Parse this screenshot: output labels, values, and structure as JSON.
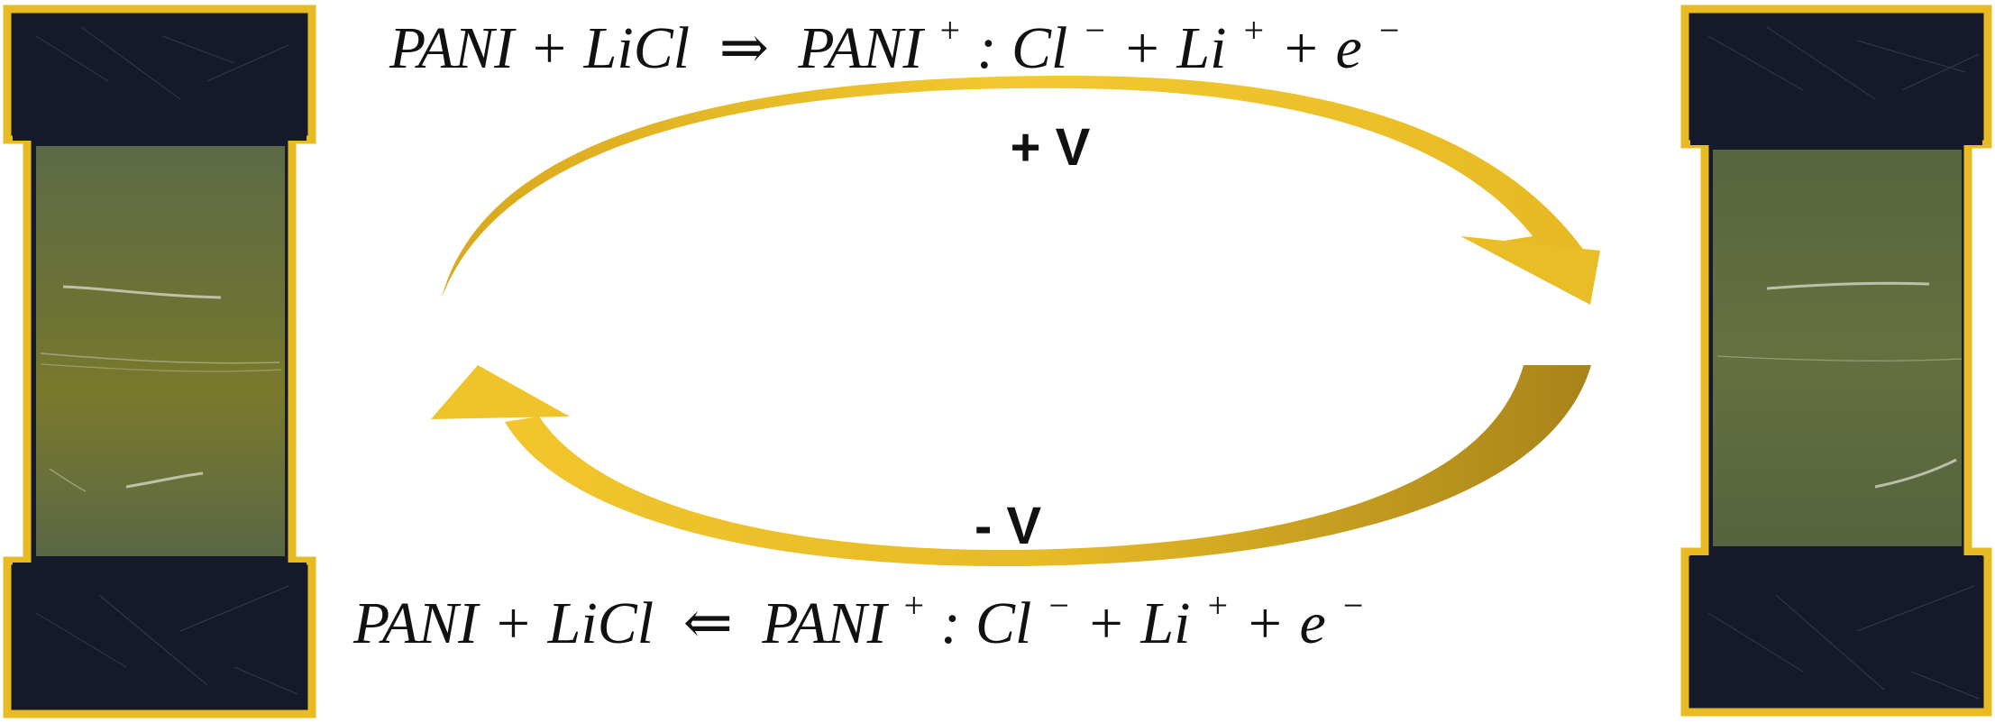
{
  "equations": {
    "forward": {
      "lhs": "PANI + LiCl",
      "arrow": "⇒",
      "rhs_base": "PANI",
      "rhs_sup1": "+",
      "rhs_mid": " : Cl",
      "rhs_sup2": "−",
      "rhs_plus1": " + Li",
      "rhs_sup3": "+",
      "rhs_plus2": " + e",
      "rhs_sup4": "−"
    },
    "reverse": {
      "lhs": "PANI + LiCl",
      "arrow": "⇐",
      "rhs_base": "PANI",
      "rhs_sup1": "+",
      "rhs_mid": " : Cl",
      "rhs_sup2": "−",
      "rhs_plus1": " + Li",
      "rhs_sup3": "+",
      "rhs_plus2": " + e",
      "rhs_sup4": "−"
    }
  },
  "voltages": {
    "positive": "+ V",
    "negative": "- V"
  },
  "colors": {
    "electrode_frame": "#e8bb22",
    "electrode_dark": "#161b2c",
    "film_left": "#6e7336",
    "film_right": "#5f6b44",
    "arrow_light": "#efc429",
    "arrow_dark": "#b58f17"
  }
}
